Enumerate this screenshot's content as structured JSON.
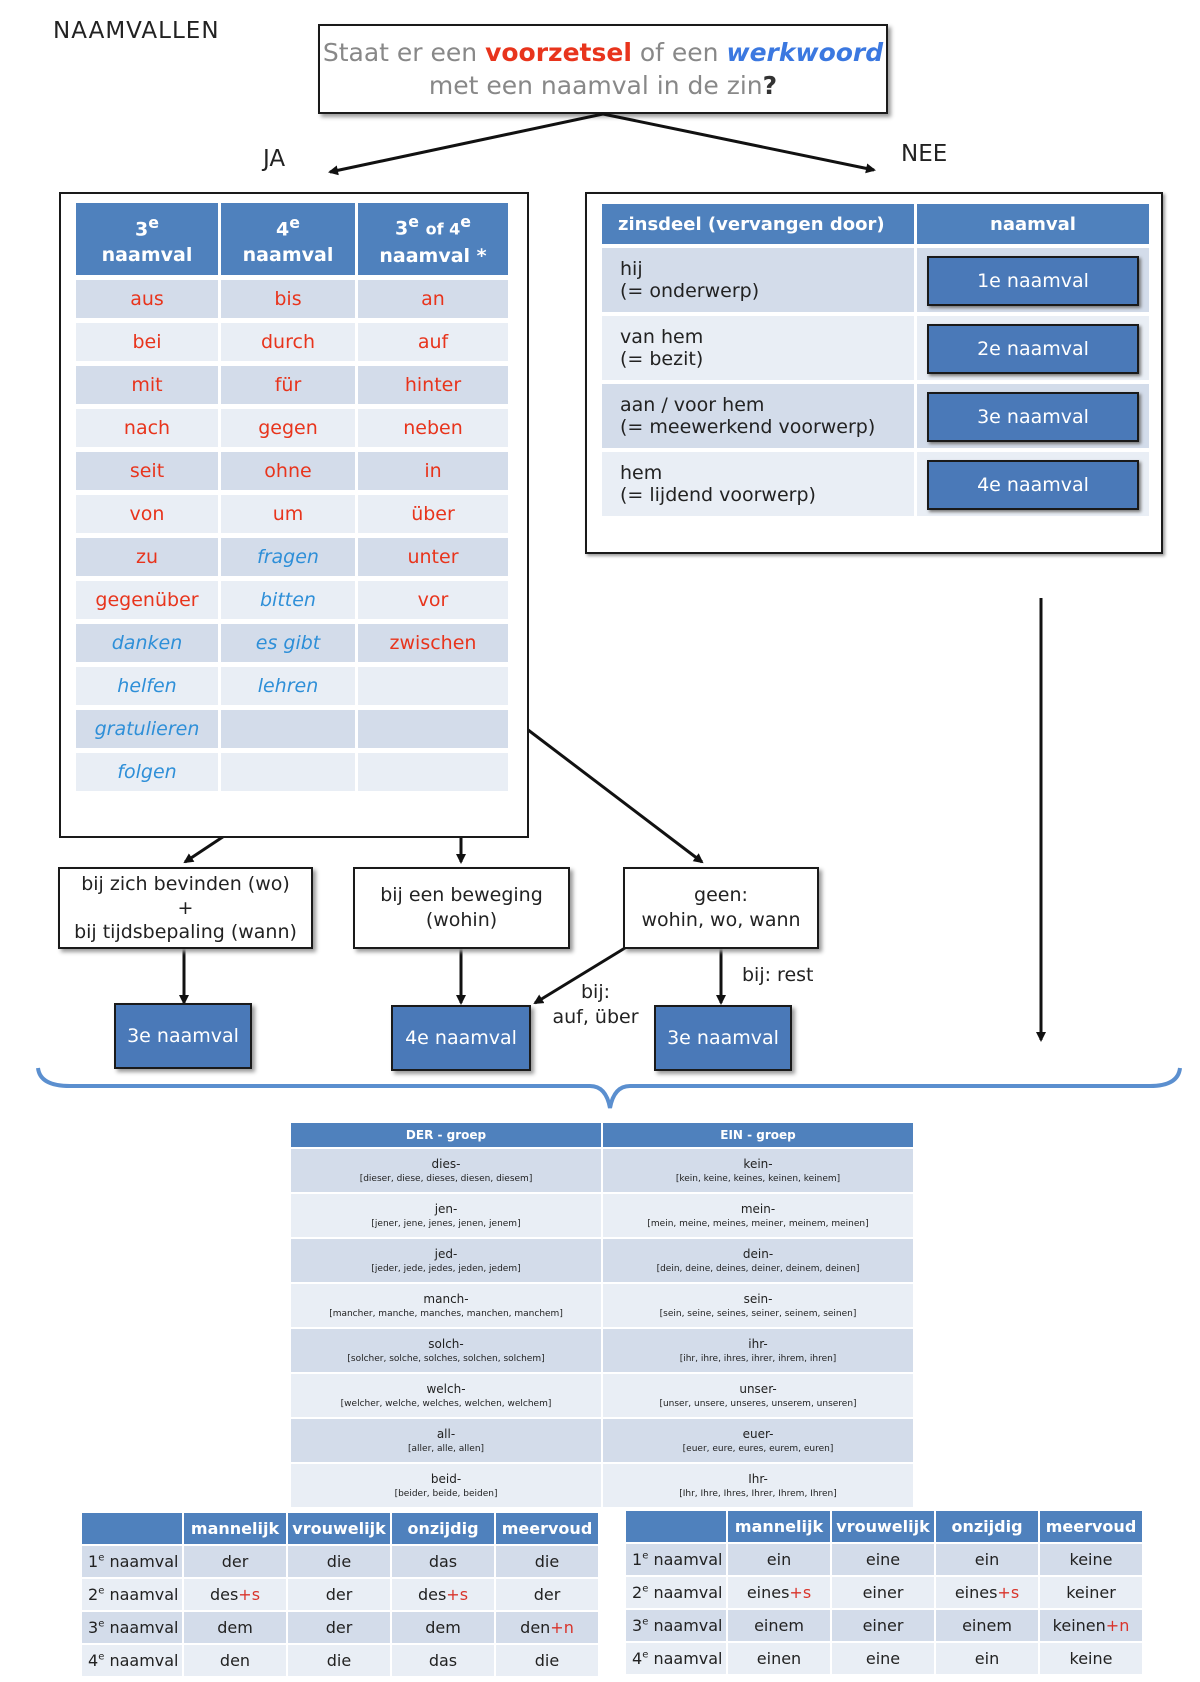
{
  "title": "NAAMVALLEN",
  "question": {
    "part1": "Staat er een",
    "voorzetsel": "voorzetsel",
    "part2": "of een",
    "werkwoord": "werkwoord",
    "line2": "met een naamval in de zin",
    "qmark": "?"
  },
  "ja": "JA",
  "nee": "NEE",
  "prep_table": {
    "headers": [
      {
        "num": "3",
        "sup": "e",
        "word": "naamval"
      },
      {
        "num": "4",
        "sup": "e",
        "word": "naamval"
      },
      {
        "num": "3",
        "sup": "e",
        "mid": "of 4",
        "sup2": "e",
        "word": "naamval *"
      }
    ],
    "rows": [
      [
        {
          "t": "aus",
          "c": "red"
        },
        {
          "t": "bis",
          "c": "red"
        },
        {
          "t": "an",
          "c": "red"
        }
      ],
      [
        {
          "t": "bei",
          "c": "red"
        },
        {
          "t": "durch",
          "c": "red"
        },
        {
          "t": "auf",
          "c": "red"
        }
      ],
      [
        {
          "t": "mit",
          "c": "red"
        },
        {
          "t": "für",
          "c": "red"
        },
        {
          "t": "hinter",
          "c": "red"
        }
      ],
      [
        {
          "t": "nach",
          "c": "red"
        },
        {
          "t": "gegen",
          "c": "red"
        },
        {
          "t": "neben",
          "c": "red"
        }
      ],
      [
        {
          "t": "seit",
          "c": "red"
        },
        {
          "t": "ohne",
          "c": "red"
        },
        {
          "t": "in",
          "c": "red"
        }
      ],
      [
        {
          "t": "von",
          "c": "red"
        },
        {
          "t": "um",
          "c": "red"
        },
        {
          "t": "über",
          "c": "red"
        }
      ],
      [
        {
          "t": "zu",
          "c": "red"
        },
        {
          "t": "fragen",
          "c": "blue"
        },
        {
          "t": "unter",
          "c": "red"
        }
      ],
      [
        {
          "t": "gegenüber",
          "c": "red"
        },
        {
          "t": "bitten",
          "c": "blue"
        },
        {
          "t": "vor",
          "c": "red"
        }
      ],
      [
        {
          "t": "danken",
          "c": "blue"
        },
        {
          "t": "es gibt",
          "c": "blue"
        },
        {
          "t": "zwischen",
          "c": "red"
        }
      ],
      [
        {
          "t": "helfen",
          "c": "blue"
        },
        {
          "t": "lehren",
          "c": "blue"
        },
        {
          "t": "",
          "c": "red"
        }
      ],
      [
        {
          "t": "gratulieren",
          "c": "blue"
        },
        {
          "t": "",
          "c": "red"
        },
        {
          "t": "",
          "c": "red"
        }
      ],
      [
        {
          "t": "folgen",
          "c": "blue"
        },
        {
          "t": "",
          "c": "red"
        },
        {
          "t": "",
          "c": "red"
        }
      ]
    ]
  },
  "nv_table": {
    "header_left": "zinsdeel (vervangen door)",
    "header_right": "naamval",
    "rows": [
      {
        "l1": "hij",
        "l2": "(= onderwerp)",
        "nv": "1e naamval"
      },
      {
        "l1": "van hem",
        "l2": "(= bezit)",
        "nv": "2e naamval"
      },
      {
        "l1": "aan / voor hem",
        "l2": "(= meewerkend voorwerp)",
        "nv": "3e naamval"
      },
      {
        "l1": "hem",
        "l2": "(= lijdend voorwerp)",
        "nv": "4e naamval"
      }
    ]
  },
  "branches": {
    "wo_line1": "bij zich bevinden (wo)",
    "wo_plus": "+",
    "wo_line2": "bij tijdsbepaling (wann)",
    "wohin_line1": "bij een beweging",
    "wohin_line2": "(wohin)",
    "geen_line1": "geen:",
    "geen_line2": "wohin, wo, wann",
    "bij_auf_1": "bij:",
    "bij_auf_2": "auf, über",
    "bij_rest": "bij: rest",
    "res1": "3e naamval",
    "res2": "4e naamval",
    "res3": "3e naamval"
  },
  "derein": {
    "header_der": "DER - groep",
    "header_ein": "EIN - groep",
    "rows": [
      {
        "d": "dies-",
        "ds": "[dieser, diese, dieses, diesen, diesem]",
        "e": "kein-",
        "es": "[kein, keine, keines, keinen, keinem]"
      },
      {
        "d": "jen-",
        "ds": "[jener, jene, jenes, jenen, jenem]",
        "e": "mein-",
        "es": "[mein, meine, meines, meiner, meinem, meinen]"
      },
      {
        "d": "jed-",
        "ds": "[jeder, jede, jedes, jeden, jedem]",
        "e": "dein-",
        "es": "[dein, deine, deines, deiner, deinem, deinen]"
      },
      {
        "d": "manch-",
        "ds": "[mancher, manche, manches, manchen, manchem]",
        "e": "sein-",
        "es": "[sein, seine, seines, seiner, seinem, seinen]"
      },
      {
        "d": "solch-",
        "ds": "[solcher, solche, solches, solchen, solchem]",
        "e": "ihr-",
        "es": "[ihr, ihre, ihres, ihrer, ihrem, ihren]"
      },
      {
        "d": "welch-",
        "ds": "[welcher, welche, welches, welchen, welchem]",
        "e": "unser-",
        "es": "[unser, unsere, unseres, unserem, unseren]"
      },
      {
        "d": "all-",
        "ds": "[aller, alle, allen]",
        "e": "euer-",
        "es": "[euer, eure, eures, eurem, euren]"
      },
      {
        "d": "beid-",
        "ds": "[beider, beide, beiden]",
        "e": "Ihr-",
        "es": "[Ihr, Ihre, Ihres, Ihrer, Ihrem, Ihren]"
      }
    ]
  },
  "decl_headers": [
    "mannelijk",
    "vrouwelijk",
    "onzijdig",
    "meervoud"
  ],
  "decl_left": [
    {
      "num": "1",
      "sup": "e",
      "lbl": "naamval",
      "c": [
        [
          "der",
          ""
        ],
        [
          "die",
          ""
        ],
        [
          "das",
          ""
        ],
        [
          "die",
          ""
        ]
      ]
    },
    {
      "num": "2",
      "sup": "e",
      "lbl": "naamval",
      "c": [
        [
          "des",
          "+s"
        ],
        [
          "der",
          ""
        ],
        [
          "des",
          "+s"
        ],
        [
          "der",
          ""
        ]
      ]
    },
    {
      "num": "3",
      "sup": "e",
      "lbl": "naamval",
      "c": [
        [
          "dem",
          ""
        ],
        [
          "der",
          ""
        ],
        [
          "dem",
          ""
        ],
        [
          "den",
          "+n"
        ]
      ]
    },
    {
      "num": "4",
      "sup": "e",
      "lbl": "naamval",
      "c": [
        [
          "den",
          ""
        ],
        [
          "die",
          ""
        ],
        [
          "das",
          ""
        ],
        [
          "die",
          ""
        ]
      ]
    }
  ],
  "decl_right": [
    {
      "num": "1",
      "sup": "e",
      "lbl": "naamval",
      "c": [
        [
          "ein",
          ""
        ],
        [
          "eine",
          ""
        ],
        [
          "ein",
          ""
        ],
        [
          "keine",
          ""
        ]
      ]
    },
    {
      "num": "2",
      "sup": "e",
      "lbl": "naamval",
      "c": [
        [
          "eines",
          "+s"
        ],
        [
          "einer",
          ""
        ],
        [
          "eines",
          "+s"
        ],
        [
          "keiner",
          ""
        ]
      ]
    },
    {
      "num": "3",
      "sup": "e",
      "lbl": "naamval",
      "c": [
        [
          "einem",
          ""
        ],
        [
          "einer",
          ""
        ],
        [
          "einem",
          ""
        ],
        [
          "keinen",
          "+n"
        ]
      ]
    },
    {
      "num": "4",
      "sup": "e",
      "lbl": "naamval",
      "c": [
        [
          "einen",
          ""
        ],
        [
          "eine",
          ""
        ],
        [
          "ein",
          ""
        ],
        [
          "keine",
          ""
        ]
      ]
    }
  ]
}
